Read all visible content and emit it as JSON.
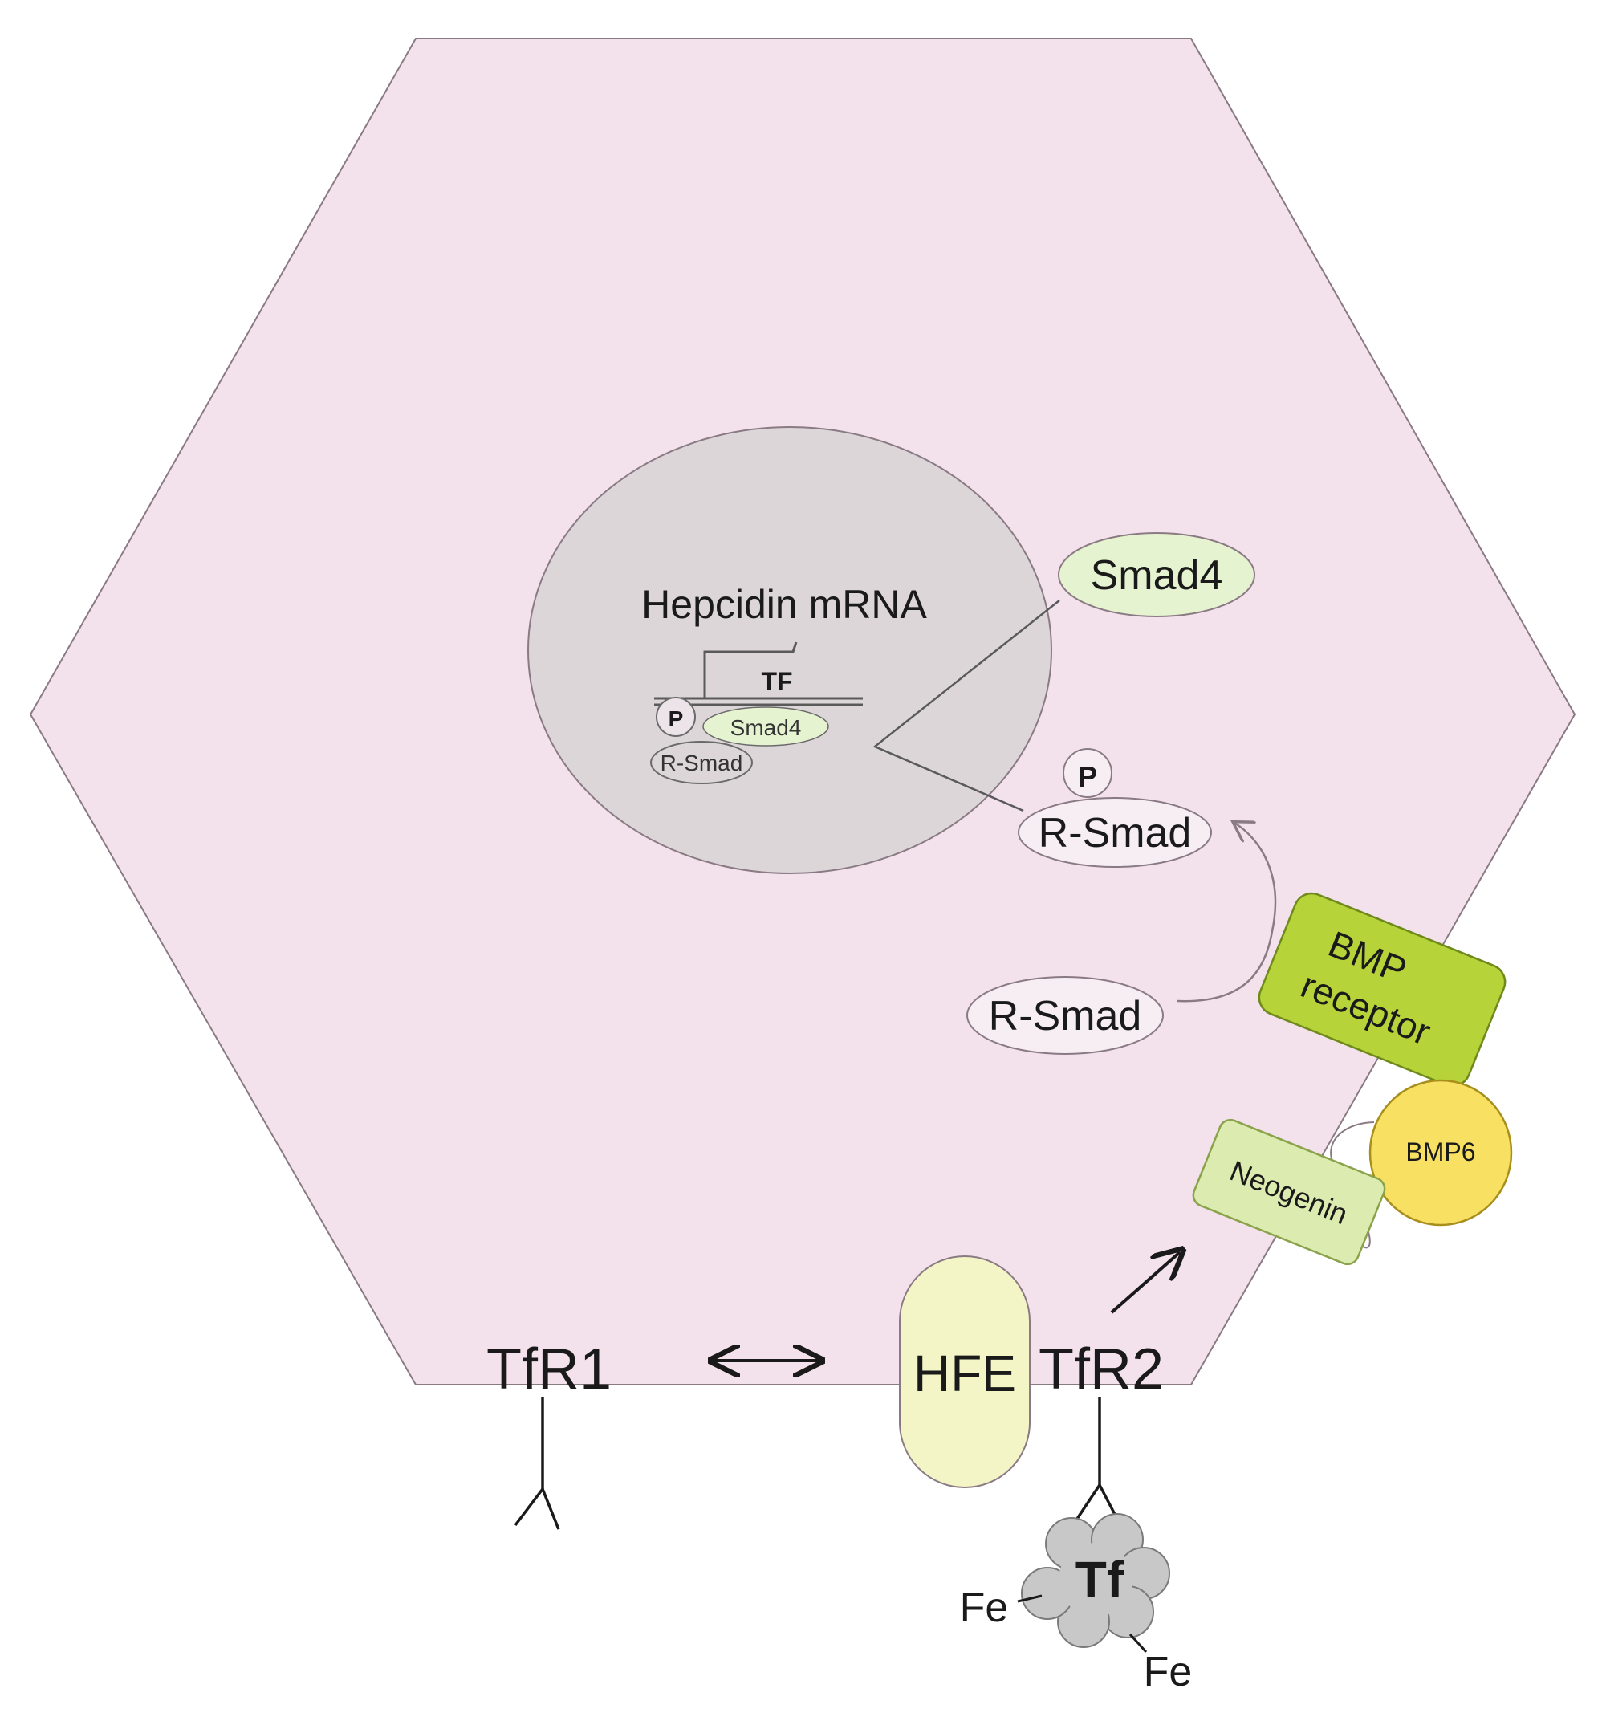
{
  "labels": {
    "hepcidin_mrna": "Hepcidin mRNA",
    "tf_promoter": "TF",
    "p_nucleus": "P",
    "smad4_nucleus": "Smad4",
    "rsmad_nucleus": "R-Smad",
    "smad4_cyto": "Smad4",
    "p_cyto": "P",
    "rsmad_phos": "R-Smad",
    "rsmad_free": "R-Smad",
    "bmp_receptor_line1": "BMP",
    "bmp_receptor_line2": "receptor",
    "bmp6": "BMP6",
    "neogenin": "Neogenin",
    "hfe": "HFE",
    "tfr1": "TfR1",
    "tfr2": "TfR2",
    "tf": "Tf",
    "fe_left": "Fe",
    "fe_right": "Fe"
  },
  "colors": {
    "cell": "#f3e1ec",
    "nucleus": "#ddd6d8",
    "smad4": "#e6f3d1",
    "bmp_receptor": "#b6d33a",
    "neogenin": "#dcebb0",
    "bmp6": "#f7e062",
    "hfe": "#f3f5c6",
    "tf": "#c8c8c8",
    "outline": "#8a7a83",
    "text": "#1a1a1a"
  }
}
